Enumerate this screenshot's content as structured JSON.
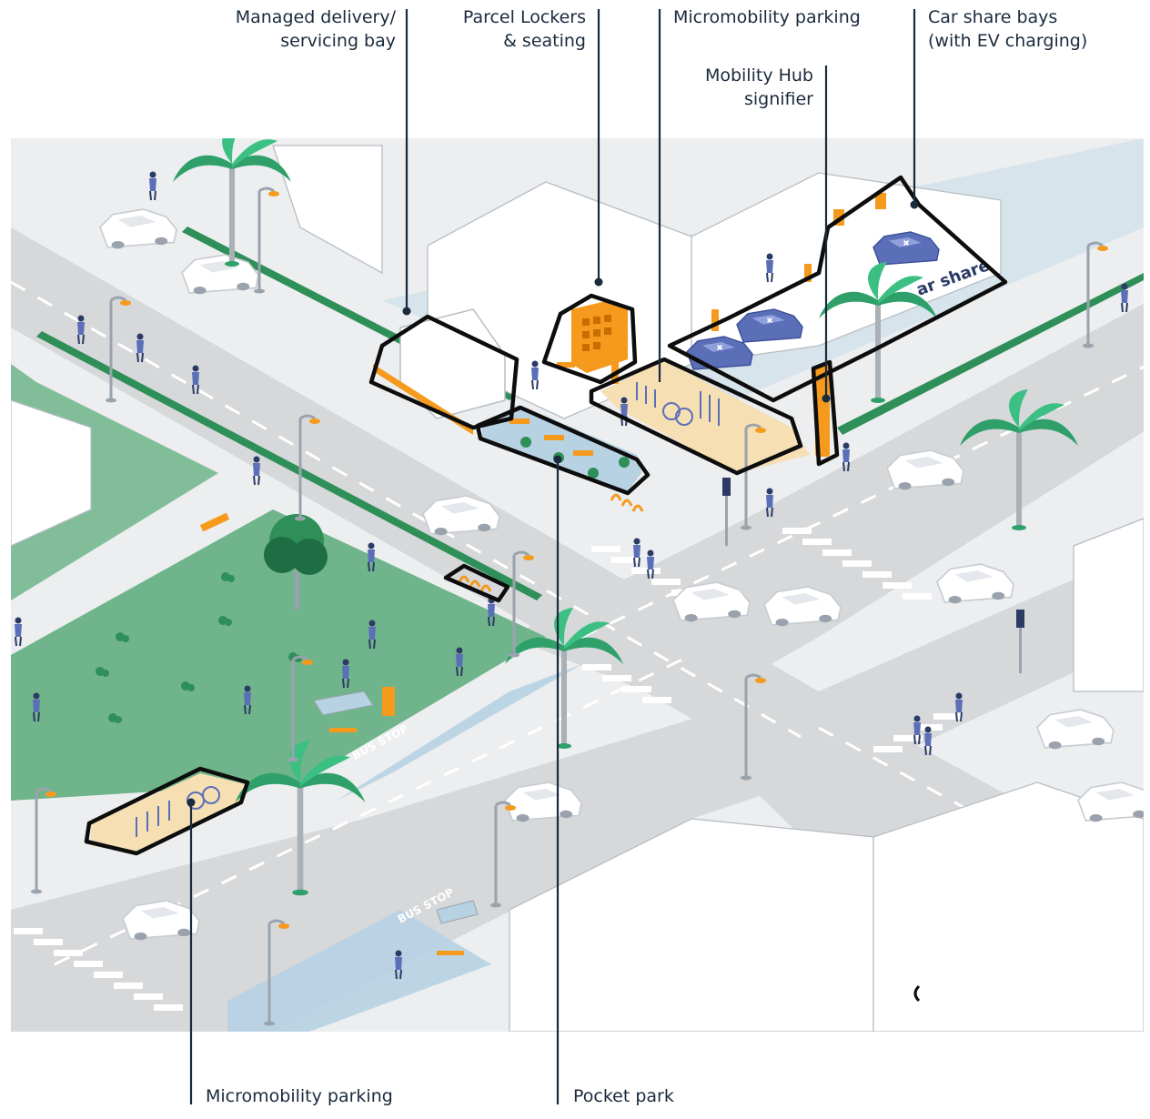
{
  "callouts": {
    "delivery": {
      "line1": "Managed delivery/",
      "line2": "servicing bay"
    },
    "lockers": {
      "line1": "Parcel Lockers",
      "line2": "& seating"
    },
    "micro_top": {
      "line1": "Micromobility parking"
    },
    "signifier": {
      "line1": "Mobility Hub",
      "line2": "signifier"
    },
    "carshare": {
      "line1": "Car share bays",
      "line2": "(with EV charging)"
    },
    "micro_bottom": {
      "line1": "Micromobility parking"
    },
    "pocket_park": {
      "line1": "Pocket park"
    }
  },
  "scene_text": {
    "car_share_sign": "ar share",
    "bus_stop_1": "BUS STOP",
    "bus_stop_2": "BUS STOP"
  },
  "colors": {
    "road": "#d9dadb",
    "sidewalk": "#e9ecee",
    "park": "#6fb48a",
    "water_blue": "#c9dde8",
    "bike_lane_blue": "#7fb3d9",
    "hub_orange": "#f59a1c",
    "hub_fill": "#f6dfb3",
    "outline": "#0d0d0d",
    "label": "#1b2a3d",
    "car_blue": "#5b6fb8",
    "palm": "#2fa06a"
  }
}
